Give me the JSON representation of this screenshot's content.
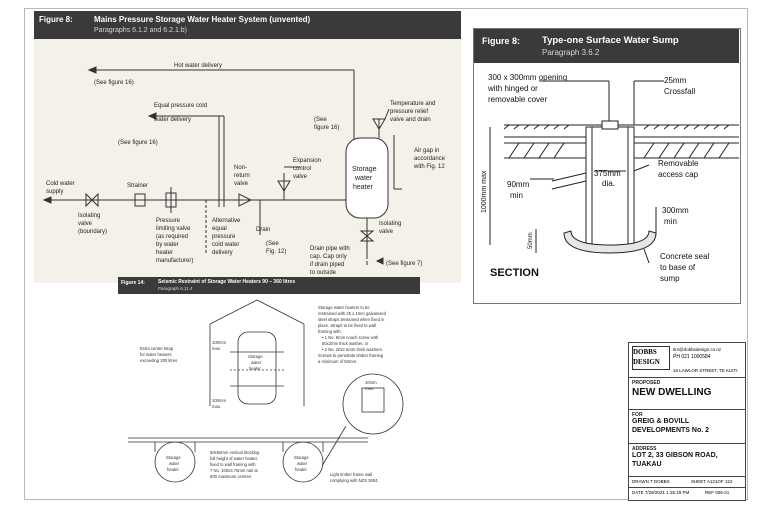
{
  "fig8a": {
    "number": "Figure 8:",
    "title": "Mains Pressure Storage Water Heater System (unvented)",
    "paragraphs": "Paragraphs 6.1.2 and 6.2.1.b)",
    "labels": {
      "hot_water": "Hot water delivery",
      "see16a": "(See figure 16)",
      "equal1": "Equal pressure cold",
      "equal2": "water delivery",
      "see16b": "(See figure 16)",
      "see16c1": "(See",
      "see16c2": "figure 16)",
      "temp1": "Temperature and",
      "temp2": "pressure relief",
      "temp3": "valve and drain",
      "airgap1": "Air gap in",
      "airgap2": "accordance",
      "airgap3": "with Fig. 12",
      "cold1": "Cold water",
      "cold2": "supply",
      "strainer": "Strainer",
      "nonret1": "Non-",
      "nonret2": "return",
      "nonret3": "valve",
      "exp1": "Expansion",
      "exp2": "control",
      "exp3": "valve",
      "sto1": "Storage",
      "sto2": "water",
      "sto3": "heater",
      "iso1": "Isolating",
      "iso2": "valve",
      "iso3": "(boundary)",
      "plv1": "Pressure",
      "plv2": "limiting valve",
      "plv3": "(as required",
      "plv4": "by water",
      "plv5": "heater",
      "plv6": "manufacturer)",
      "alt1": "Alternative",
      "alt2": "equal",
      "alt3": "pressure",
      "alt4": "cold water",
      "alt5": "delivery",
      "drain": "Drain",
      "seefig12a": "(See",
      "seefig12b": "Fig. 12)",
      "isov1": "Isolating",
      "isov2": "valve",
      "dp1": "Drain pipe with",
      "dp2": "cap. Cap only",
      "dp3": "if drain piped",
      "dp4": "to outside",
      "see7": "(See figure 7)"
    }
  },
  "fig8b": {
    "number": "Figure 8:",
    "title": "Type-one Surface Water Sump",
    "paragraph": "Paragraph 3.6.2",
    "labels": {
      "opening1": "300 x 300mm opening",
      "opening2": "with hinged or",
      "opening3": "removable cover",
      "crossfall1": "25mm",
      "crossfall2": "Crossfall",
      "dim375a": "375mm",
      "dim375b": "dia.",
      "cap1": "Removable",
      "cap2": "access cap",
      "d90a": "90mm",
      "d90b": "min",
      "d300a": "300mm",
      "d300b": "min",
      "d1000": "1000mm max",
      "d50": "50mm",
      "seal1": "Concrete seal",
      "seal2": "to base of",
      "seal3": "sump",
      "section": "SECTION"
    }
  },
  "fig14": {
    "number": "Figure 14:",
    "title": "Seismic Restraint of Storage Water Heaters 90 – 360 litres",
    "paragraph": "Paragraph 6.11.4",
    "labels": {
      "note1": "Storage water heaters to be",
      "note2": "restrained with 25 x 1mm galvanised",
      "note3": "steel straps tensioned when fixed in",
      "note4": "place. Straps to be fixed to wall",
      "note5": "framing with:",
      "note6": "• 1 No. 8mm coach screw with",
      "note7": "50x2mm thick washer, or",
      "note8": "• 2 No. 20x2.5mm thick washers.",
      "note9": "Screws to penetrate timber framing",
      "note10": "a minimum of 50mm.",
      "extra1": "Extra centre strap",
      "extra2": "for water heaters",
      "extra3": "exceeding 200 litres",
      "d100a1": "100mm",
      "d100a2": "max.",
      "d100b1": "100mm",
      "d100b2": "max.",
      "s1": "Storage",
      "s2": "water",
      "s3": "heater",
      "v1": "50x50mm vertical blocking",
      "v2": "full height of water heater,",
      "v3": "fixed to wall framing with",
      "v4": "7 No. 100x3.75mm nail at",
      "v5": "600 maximum centres",
      "lt1": "Light timber frame wall",
      "lt2": "complying with NZS 3604.",
      "detail1": "10mm",
      "detail2": "max."
    }
  },
  "title_block": {
    "logo": "DOBBS DESIGN",
    "email": "tim@dobbsdesign.co.nz",
    "phone": "PH 021 1000584",
    "address_line": "16 LAWLOR STREET, TE KUITI",
    "proposed_label": "PROPOSED",
    "project": "NEW DWELLING",
    "for_label": "FOR",
    "client1": "GREIG & BOVILL",
    "client2": "DEVELOPMENTS No. 2",
    "address_label": "ADDRESS",
    "addr1": "LOT 2, 33 GIBSON ROAD,",
    "addr2": "TUAKAU",
    "drawn": "DRAWN T DOBBS",
    "sheet": "SHEET A121OF 122",
    "date": "DATE 7/29/2021 1:26:18 PM",
    "ref": "REF 005-21"
  }
}
